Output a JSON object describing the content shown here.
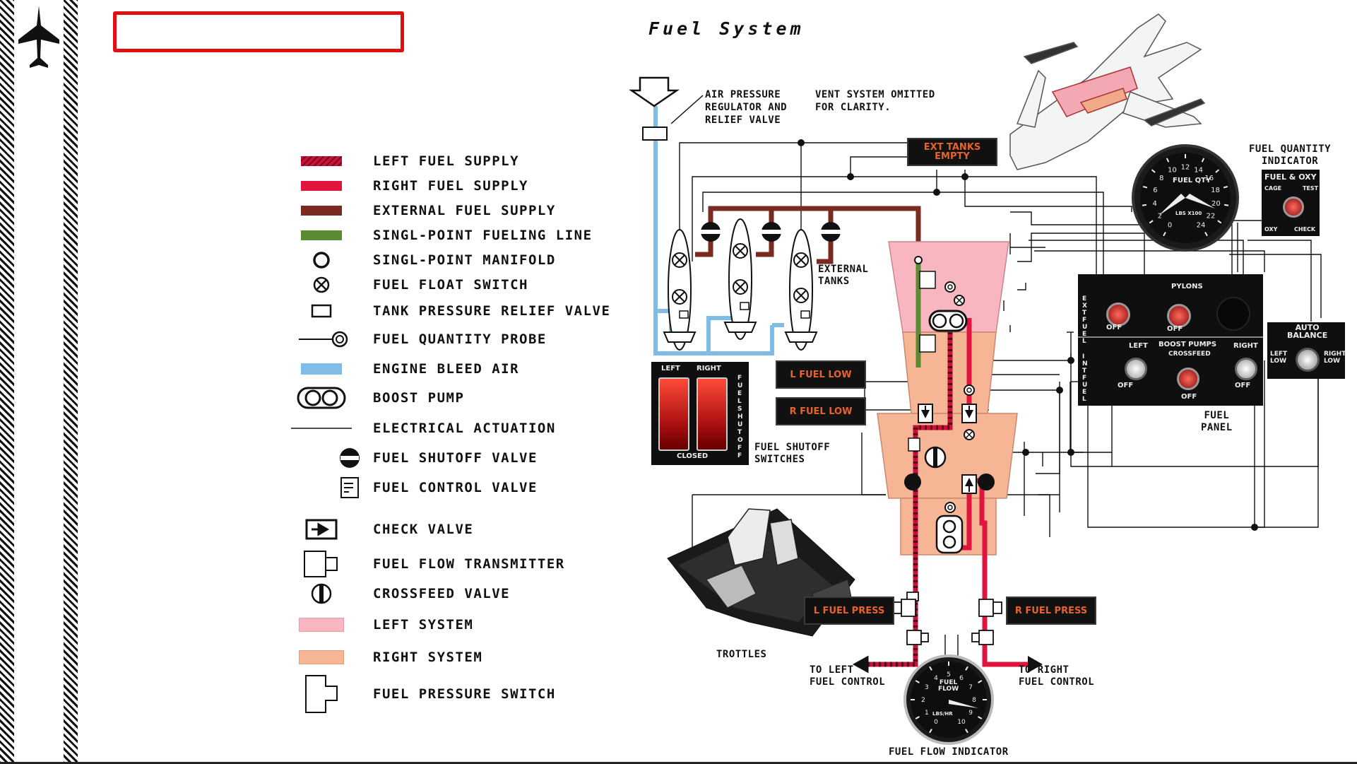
{
  "diagram_title": "Fuel System",
  "notes": {
    "air_pressure": "AIR PRESSURE\nREGULATOR AND\nRELIEF VALVE",
    "vent": "VENT SYSTEM OMITTED\nFOR CLARITY."
  },
  "legend": [
    {
      "symbol": "left-fuel-supply",
      "label": "LEFT FUEL SUPPLY"
    },
    {
      "symbol": "right-fuel-supply",
      "label": "RIGHT FUEL SUPPLY"
    },
    {
      "symbol": "external-fuel-supply",
      "label": "EXTERNAL FUEL SUPPLY"
    },
    {
      "symbol": "single-point-fueling-line",
      "label": "SINGL-POINT FUELING LINE"
    },
    {
      "symbol": "single-point-manifold",
      "label": "SINGL-POINT MANIFOLD"
    },
    {
      "symbol": "fuel-float-switch",
      "label": "FUEL FLOAT SWITCH"
    },
    {
      "symbol": "tank-pressure-relief-valve",
      "label": "TANK PRESSURE RELIEF VALVE"
    },
    {
      "symbol": "fuel-quantity-probe",
      "label": "FUEL QUANTITY PROBE"
    },
    {
      "symbol": "engine-bleed-air",
      "label": "ENGINE BLEED AIR"
    },
    {
      "symbol": "boost-pump",
      "label": "BOOST PUMP"
    },
    {
      "symbol": "electrical-actuation",
      "label": "ELECTRICAL ACTUATION"
    },
    {
      "symbol": "fuel-shutoff-valve",
      "label": "FUEL SHUTOFF VALVE"
    },
    {
      "symbol": "fuel-control-valve",
      "label": "FUEL CONTROL VALVE"
    },
    {
      "symbol": "check-valve",
      "label": "CHECK VALVE"
    },
    {
      "symbol": "fuel-flow-transmitter",
      "label": "FUEL FLOW TRANSMITTER"
    },
    {
      "symbol": "crossfeed-valve",
      "label": "CROSSFEED VALVE"
    },
    {
      "symbol": "left-system",
      "label": "LEFT SYSTEM"
    },
    {
      "symbol": "right-system",
      "label": "RIGHT SYSTEM"
    },
    {
      "symbol": "fuel-pressure-switch",
      "label": "FUEL PRESSURE SWITCH"
    }
  ],
  "labels": {
    "external_tanks": "EXTERNAL\nTANKS",
    "fuel_shutoff_switches": "FUEL SHUTOFF\nSWITCHES",
    "trottles": "TROTTLES",
    "to_left": "TO LEFT\nFUEL CONTROL",
    "to_right": "TO RIGHT\nFUEL CONTROL",
    "fuel_flow_indicator": "FUEL FLOW INDICATOR",
    "fuel_quantity_indicator": "FUEL QUANTITY\nINDICATOR",
    "fuel_panel": "FUEL\nPANEL"
  },
  "warnings": {
    "ext_tanks_empty": "EXT TANKS\nEMPTY",
    "l_fuel_low": "L FUEL LOW",
    "r_fuel_low": "R FUEL LOW",
    "l_fuel_press": "L FUEL PRESS",
    "r_fuel_press": "R FUEL PRESS"
  },
  "shutoff_panel": {
    "left": "LEFT",
    "right": "RIGHT",
    "closed": "CLOSED",
    "side": "FUEL SHUTOFF"
  },
  "fuel_panel": {
    "ext_fuel": "EXT FUEL",
    "pylons": "PYLONS",
    "off": "OFF",
    "boost_pumps": "BOOST PUMPS",
    "crossfeed": "CROSSFEED",
    "left": "LEFT",
    "right": "RIGHT",
    "int_fuel": "INT FUEL"
  },
  "auto_balance": {
    "title": "AUTO\nBALANCE",
    "left_low": "LEFT\nLOW",
    "right_low": "RIGHT\nLOW"
  },
  "quantity_gauge": {
    "title": "FUEL QTY",
    "unit": "LBS X100",
    "ticks": [
      "0",
      "2",
      "4",
      "6",
      "8",
      "10",
      "12",
      "14",
      "16",
      "18",
      "20",
      "22",
      "24"
    ]
  },
  "fuel_oxy_panel": {
    "title": "FUEL & OXY",
    "cage": "CAGE",
    "test": "TEST",
    "oxy": "OXY",
    "check": "CHECK"
  },
  "flow_gauge": {
    "title": "FUEL\nFLOW",
    "unit": "LBS/HR",
    "ticks": [
      "0",
      "1",
      "2",
      "3",
      "4",
      "5",
      "6",
      "7",
      "8",
      "9",
      "10"
    ]
  },
  "colors": {
    "left_fuel": "#c8103a",
    "right_fuel": "#e0143c",
    "external_fuel": "#7a2a1e",
    "fueling_line": "#5a8a32",
    "bleed_air": "#7fbde6",
    "left_system": "#f7b6c0",
    "right_system": "#f6b696",
    "warning_text": "#e8632c"
  }
}
